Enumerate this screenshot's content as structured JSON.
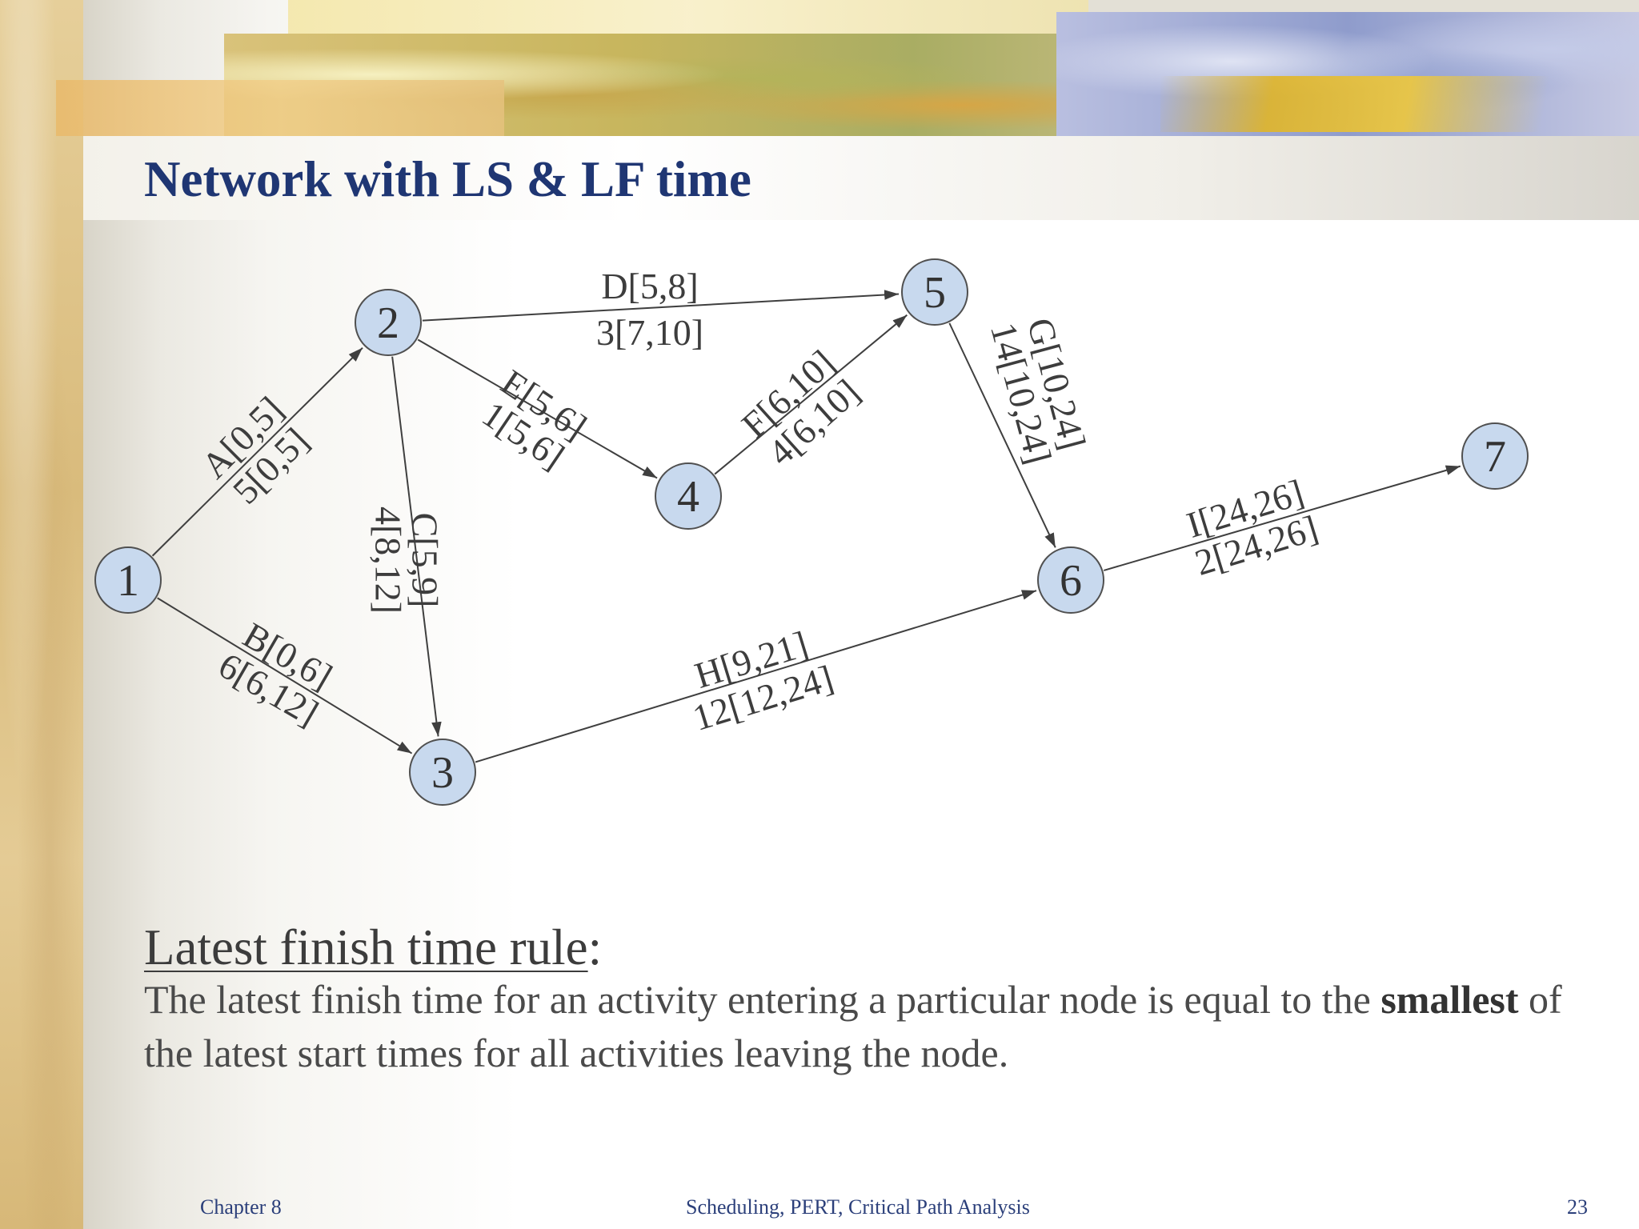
{
  "title": "Network with LS & LF time",
  "diagram": {
    "nodes": [
      {
        "id": "1",
        "label": "1"
      },
      {
        "id": "2",
        "label": "2"
      },
      {
        "id": "3",
        "label": "3"
      },
      {
        "id": "4",
        "label": "4"
      },
      {
        "id": "5",
        "label": "5"
      },
      {
        "id": "6",
        "label": "6"
      },
      {
        "id": "7",
        "label": "7"
      }
    ],
    "edges": [
      {
        "id": "A",
        "from": "1",
        "to": "2",
        "top": "A[0,5]",
        "bottom": "5[0,5]"
      },
      {
        "id": "B",
        "from": "1",
        "to": "3",
        "top": "B[0,6]",
        "bottom": "6[6,12]"
      },
      {
        "id": "C",
        "from": "2",
        "to": "3",
        "top": "C[5,9]",
        "bottom": "4[8,12]"
      },
      {
        "id": "D",
        "from": "2",
        "to": "5",
        "top": "D[5,8]",
        "bottom": "3[7,10]"
      },
      {
        "id": "E",
        "from": "2",
        "to": "4",
        "top": "E[5,6]",
        "bottom": "1[5,6]"
      },
      {
        "id": "F",
        "from": "4",
        "to": "5",
        "top": "F[6,10]",
        "bottom": "4[6,10]"
      },
      {
        "id": "G",
        "from": "5",
        "to": "6",
        "top": "G[10,24]",
        "bottom": "14[10,24]"
      },
      {
        "id": "H",
        "from": "3",
        "to": "6",
        "top": "H[9,21]",
        "bottom": "12[12,24]"
      },
      {
        "id": "I",
        "from": "6",
        "to": "7",
        "top": "I[24,26]",
        "bottom": "2[24,26]"
      }
    ]
  },
  "rule": {
    "heading": "Latest finish time rule",
    "heading_suffix": ":",
    "body_part1": "The latest finish time for an activity entering a particular node is equal to the ",
    "body_bold": "smallest",
    "body_part2": " of the latest start times for all activities leaving the node."
  },
  "footer": {
    "left": "Chapter 8",
    "center": "Scheduling, PERT, Critical Path Analysis",
    "right": "23"
  }
}
